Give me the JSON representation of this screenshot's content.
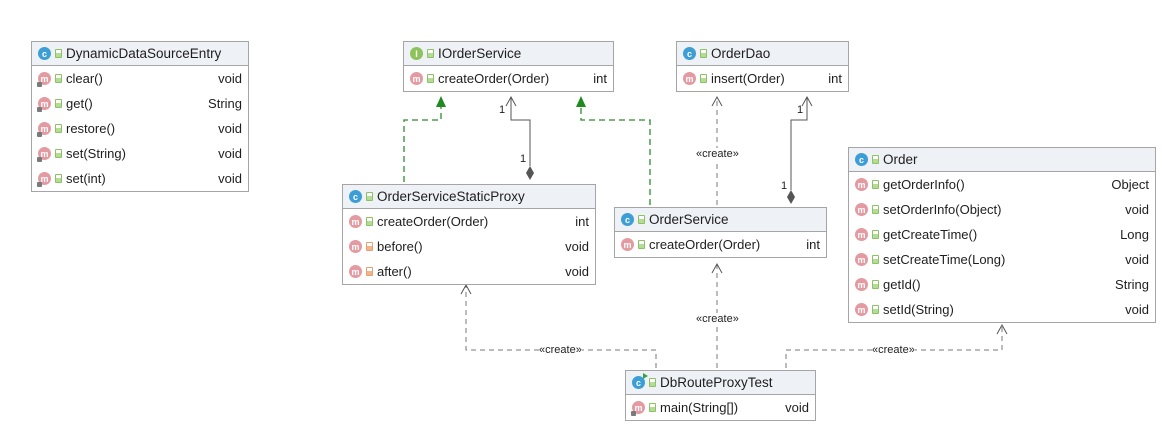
{
  "classes": {
    "dynamic_data_source_entry": {
      "name": "DynamicDataSourceEntry",
      "members": [
        {
          "signature": "clear()",
          "returns": "void"
        },
        {
          "signature": "get()",
          "returns": "String"
        },
        {
          "signature": "restore()",
          "returns": "void"
        },
        {
          "signature": "set(String)",
          "returns": "void"
        },
        {
          "signature": "set(int)",
          "returns": "void"
        }
      ]
    },
    "iorder_service": {
      "name": "IOrderService",
      "members": [
        {
          "signature": "createOrder(Order)",
          "returns": "int"
        }
      ]
    },
    "order_dao": {
      "name": "OrderDao",
      "members": [
        {
          "signature": "insert(Order)",
          "returns": "int"
        }
      ]
    },
    "order_service_static_proxy": {
      "name": "OrderServiceStaticProxy",
      "members": [
        {
          "signature": "createOrder(Order)",
          "returns": "int"
        },
        {
          "signature": "before()",
          "returns": "void"
        },
        {
          "signature": "after()",
          "returns": "void"
        }
      ]
    },
    "order_service": {
      "name": "OrderService",
      "members": [
        {
          "signature": "createOrder(Order)",
          "returns": "int"
        }
      ]
    },
    "order": {
      "name": "Order",
      "members": [
        {
          "signature": "getOrderInfo()",
          "returns": "Object"
        },
        {
          "signature": "setOrderInfo(Object)",
          "returns": "void"
        },
        {
          "signature": "getCreateTime()",
          "returns": "Long"
        },
        {
          "signature": "setCreateTime(Long)",
          "returns": "void"
        },
        {
          "signature": "getId()",
          "returns": "String"
        },
        {
          "signature": "setId(String)",
          "returns": "void"
        }
      ]
    },
    "db_route_proxy_test": {
      "name": "DbRouteProxyTest",
      "members": [
        {
          "signature": "main(String[])",
          "returns": "void"
        }
      ]
    }
  },
  "icons": {
    "class": "class-icon",
    "interface": "interface-icon",
    "method": "method-icon",
    "public": "public-visibility-icon",
    "private": "private-visibility-icon"
  },
  "relations": {
    "create": "«create»",
    "multiplicity_one": "1"
  },
  "colors": {
    "class_badge": "#3d9ed6",
    "interface_badge": "#8dc35a",
    "method_badge": "#e39aa0",
    "realization": "#2e8b2e",
    "dependency": "#7a7a7a",
    "composition": "#555555"
  }
}
